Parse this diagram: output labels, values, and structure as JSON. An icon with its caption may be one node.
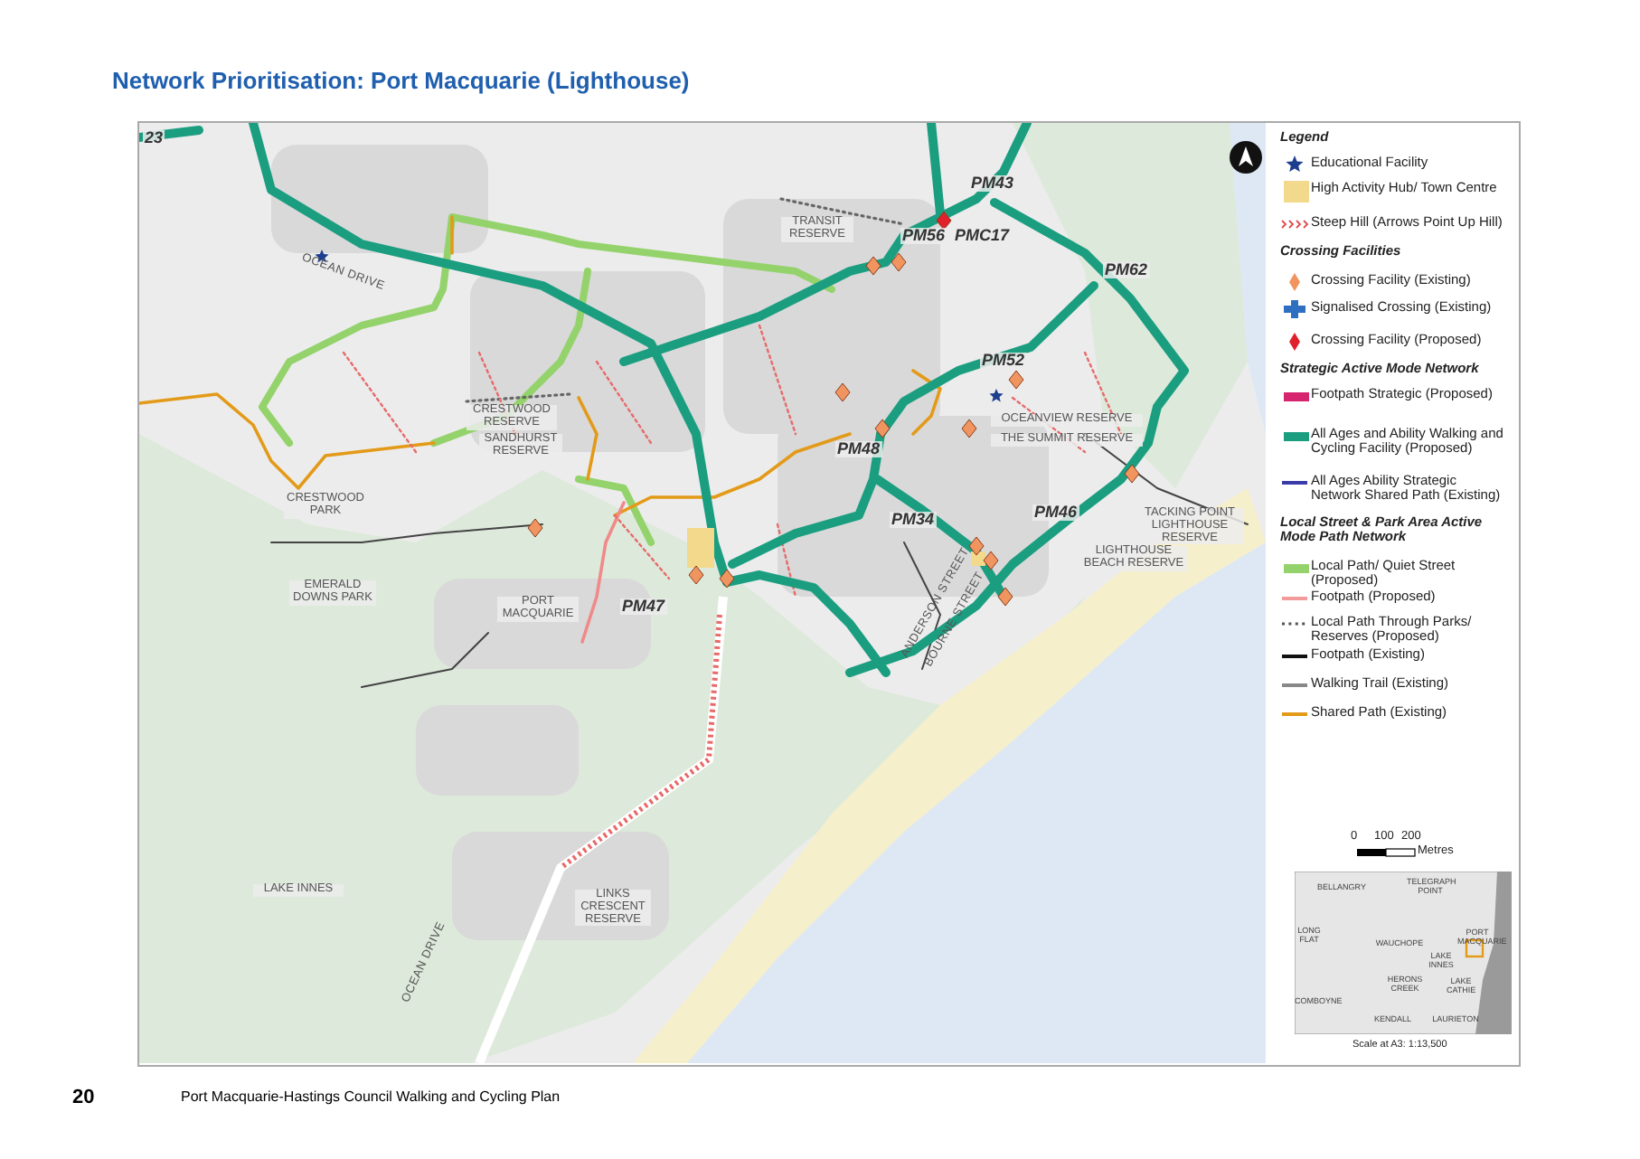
{
  "diagram": {
    "title": "Network Prioritisation: Port Macquarie (Lighthouse)",
    "labels": [
      "23",
      "OCEAN DRIVE",
      "TRANSIT RESERVE",
      "PM43",
      "PM56",
      "PMC17",
      "PM62",
      "PM52",
      "CRESTWOOD RESERVE",
      "SANDHURST RESERVE",
      "OCEANVIEW RESERVE",
      "THE SUMMIT RESERVE",
      "PM48",
      "CRESTWOOD PARK",
      "PM46",
      "TACKING POINT LIGHTHOUSE RESERVE",
      "PM34",
      "LIGHTHOUSE BEACH RESERVE",
      "EMERALD DOWNS PARK",
      "PORT MACQUARIE",
      "PM47",
      "ANDERSON STREET",
      "BOURNE STREET",
      "LAKE INNES",
      "LINKS CRESCENT RESERVE",
      "OCEAN DRIVE",
      "Legend",
      "Crossing Facilities",
      "Strategic Active Mode Network",
      "Local Street & Park Area Active Mode Path Network",
      "0",
      "100",
      "200",
      "Metres",
      "BELLANGRY",
      "TELEGRAPH POINT",
      "LONG FLAT",
      "WAUCHOPE",
      "PORT MACQUARIE",
      "LAKE INNES",
      "HERONS CREEK",
      "LAKE CATHIE",
      "COMBOYNE",
      "KENDALL",
      "LAURIETON",
      "Scale at A3: 1:13,500",
      "20",
      "Port Macquarie-Hastings Council Walking and Cycling Plan"
    ],
    "legend": [
      {
        "text": "Educational Facility"
      },
      {
        "text": "High Activity Hub/ Town Centre",
        "color": "#f3d98b"
      },
      {
        "text": "Steep Hill (Arrows Point Up Hill)"
      },
      {
        "text": "Crossing Facility (Existing)"
      },
      {
        "text": "Signalised Crossing (Existing)"
      },
      {
        "text": "Crossing Facility (Proposed)"
      },
      {
        "text": "Footpath Strategic (Proposed)",
        "color": "#d6246e"
      },
      {
        "text": "All Ages and Ability Walking and Cycling Facility (Proposed)",
        "color": "#1b9e80"
      },
      {
        "text": "All Ages Ability Strategic Network Shared Path (Existing)"
      },
      {
        "text": "Local Path/ Quiet Street (Proposed)",
        "color": "#94d36b"
      },
      {
        "text": "Footpath (Proposed)"
      },
      {
        "text": "Local Path Through Parks/ Reserves (Proposed)"
      },
      {
        "text": "Footpath (Existing)"
      },
      {
        "text": "Walking Trail (Existing)"
      },
      {
        "text": "Shared Path (Existing)"
      }
    ]
  }
}
